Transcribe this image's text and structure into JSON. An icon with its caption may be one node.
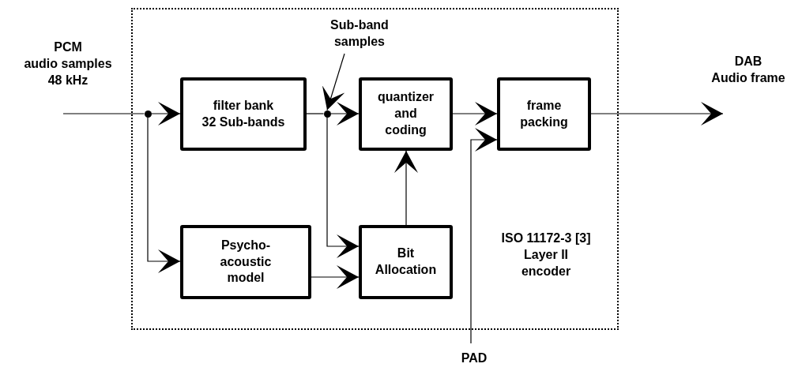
{
  "diagram": {
    "nodes": [
      {
        "text": [
          "ISO 11172-3 [3] Layer II encoder"
        ]
      },
      {
        "text": [
          "PCM",
          "audio samples 48 kHz"
        ]
      },
      {
        "text": [
          "filter bank",
          "32 Sub-bands"
        ],
        "in": 0
      },
      {
        "text": [
          "Psycho- acoustic model"
        ],
        "in": 0
      },
      {
        "text": [
          "quantizer and coding"
        ],
        "in": 0
      },
      {
        "text": [
          "Bit Allocation"
        ],
        "in": 0
      },
      {
        "text": [
          "frame packing"
        ],
        "in": 0
      },
      {
        "text": [
          "DAB",
          "Audio frame"
        ]
      },
      {
        "text": [
          "PAD"
        ]
      },
      {
        "text": [
          "Sub-band samples"
        ],
        "in": 0
      },
      {
        "text": [],
        "shape": "circle",
        "in": 0
      },
      {
        "text": [],
        "shape": "circle",
        "in": 0
      }
    ],
    "edges": [
      {
        "from": 1,
        "to": 10,
        "arrow": "none"
      },
      {
        "from": 10,
        "to": 2,
        "arrow": "to"
      },
      {
        "from": 10,
        "to": 3,
        "arrow": "to"
      },
      {
        "from": 2,
        "to": 11,
        "arrow": "none"
      },
      {
        "from": 11,
        "to": 4,
        "arrow": "to"
      },
      {
        "from": 11,
        "to": 5,
        "arrow": "to"
      },
      {
        "from": 3,
        "to": 5,
        "arrow": "to"
      },
      {
        "from": 5,
        "to": 4,
        "arrow": "to"
      },
      {
        "from": 4,
        "to": 6,
        "arrow": "to"
      },
      {
        "from": 8,
        "to": 6,
        "arrow": "to"
      },
      {
        "from": 6,
        "to": 7,
        "arrow": "to"
      },
      {
        "from": 9,
        "to": 11,
        "arrow": "to"
      }
    ]
  }
}
